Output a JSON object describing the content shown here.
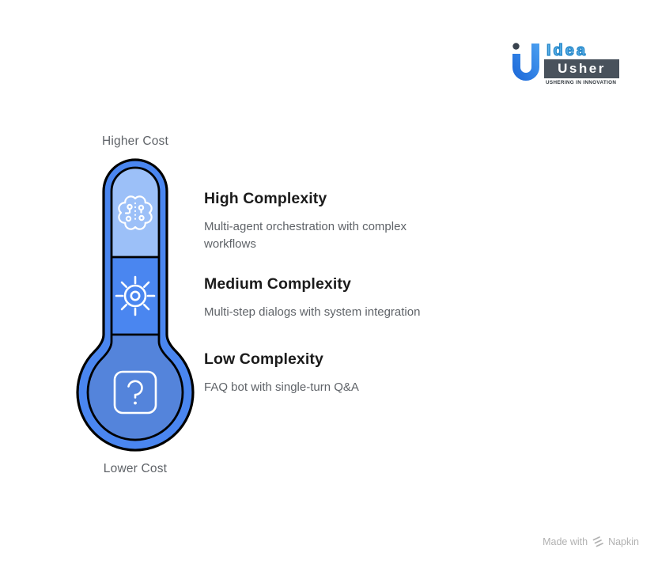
{
  "logo": {
    "idea_text": "Idea",
    "usher_text": "Usher",
    "tagline": "USHERING IN INNOVATION"
  },
  "diagram": {
    "higher_label": "Higher Cost",
    "lower_label": "Lower Cost",
    "levels": [
      {
        "title": "High Complexity",
        "description": "Multi-agent orchestration with complex workflows",
        "icon": "ai-brain-icon",
        "fill": "#9CC0F8"
      },
      {
        "title": "Medium Complexity",
        "description": "Multi-step dialogs with system integration",
        "icon": "sun-gear-icon",
        "fill": "#4A86F0"
      },
      {
        "title": "Low Complexity",
        "description": "FAQ bot with single-turn Q&A",
        "icon": "question-mark-icon",
        "fill": "#5484DB"
      }
    ],
    "colors": {
      "tube_fill": "#4A86F0",
      "outline": "#000000",
      "icon_stroke": "#FFFFFF",
      "label_color": "#5F6368"
    }
  },
  "footer": {
    "prefix": "Made with",
    "brand": "Napkin"
  }
}
